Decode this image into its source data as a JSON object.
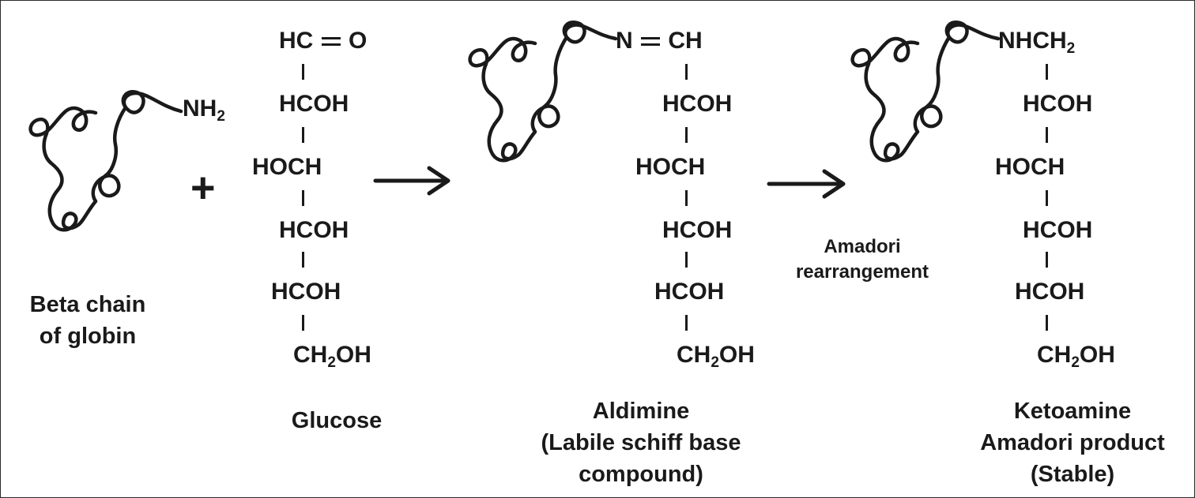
{
  "protein": {
    "amine": "NH",
    "amine_sub": "2",
    "label_line1": "Beta chain",
    "label_line2": "of globin"
  },
  "operator_plus": "+",
  "glucose": {
    "c1": "HC",
    "c1_o": "O",
    "c2": "HCOH",
    "c3": "HOCH",
    "c4": "HCOH",
    "c5": "HCOH",
    "c6_a": "CH",
    "c6_sub": "2",
    "c6_b": "OH",
    "label": "Glucose"
  },
  "aldimine": {
    "c1_n": "N",
    "c1_ch": "CH",
    "c2": "HCOH",
    "c3": "HOCH",
    "c4": "HCOH",
    "c5": "HCOH",
    "c6_a": "CH",
    "c6_sub": "2",
    "c6_b": "OH",
    "label_line1": "Aldimine",
    "label_line2": "(Labile schiff base",
    "label_line3": "compound)"
  },
  "rearrangement": {
    "line1": "Amadori",
    "line2": "rearrangement"
  },
  "ketoamine": {
    "c1_a": "NHCH",
    "c1_sub": "2",
    "c2": "HCOH",
    "c3": "HOCH",
    "c4": "HCOH",
    "c5": "HCOH",
    "c6_a": "CH",
    "c6_sub": "2",
    "c6_b": "OH",
    "label_line1": "Ketoamine",
    "label_line2": "Amadori product",
    "label_line3": "(Stable)"
  },
  "colors": {
    "ink": "#1a1a1a",
    "border": "#2b2b2b",
    "background": "#ffffff"
  }
}
